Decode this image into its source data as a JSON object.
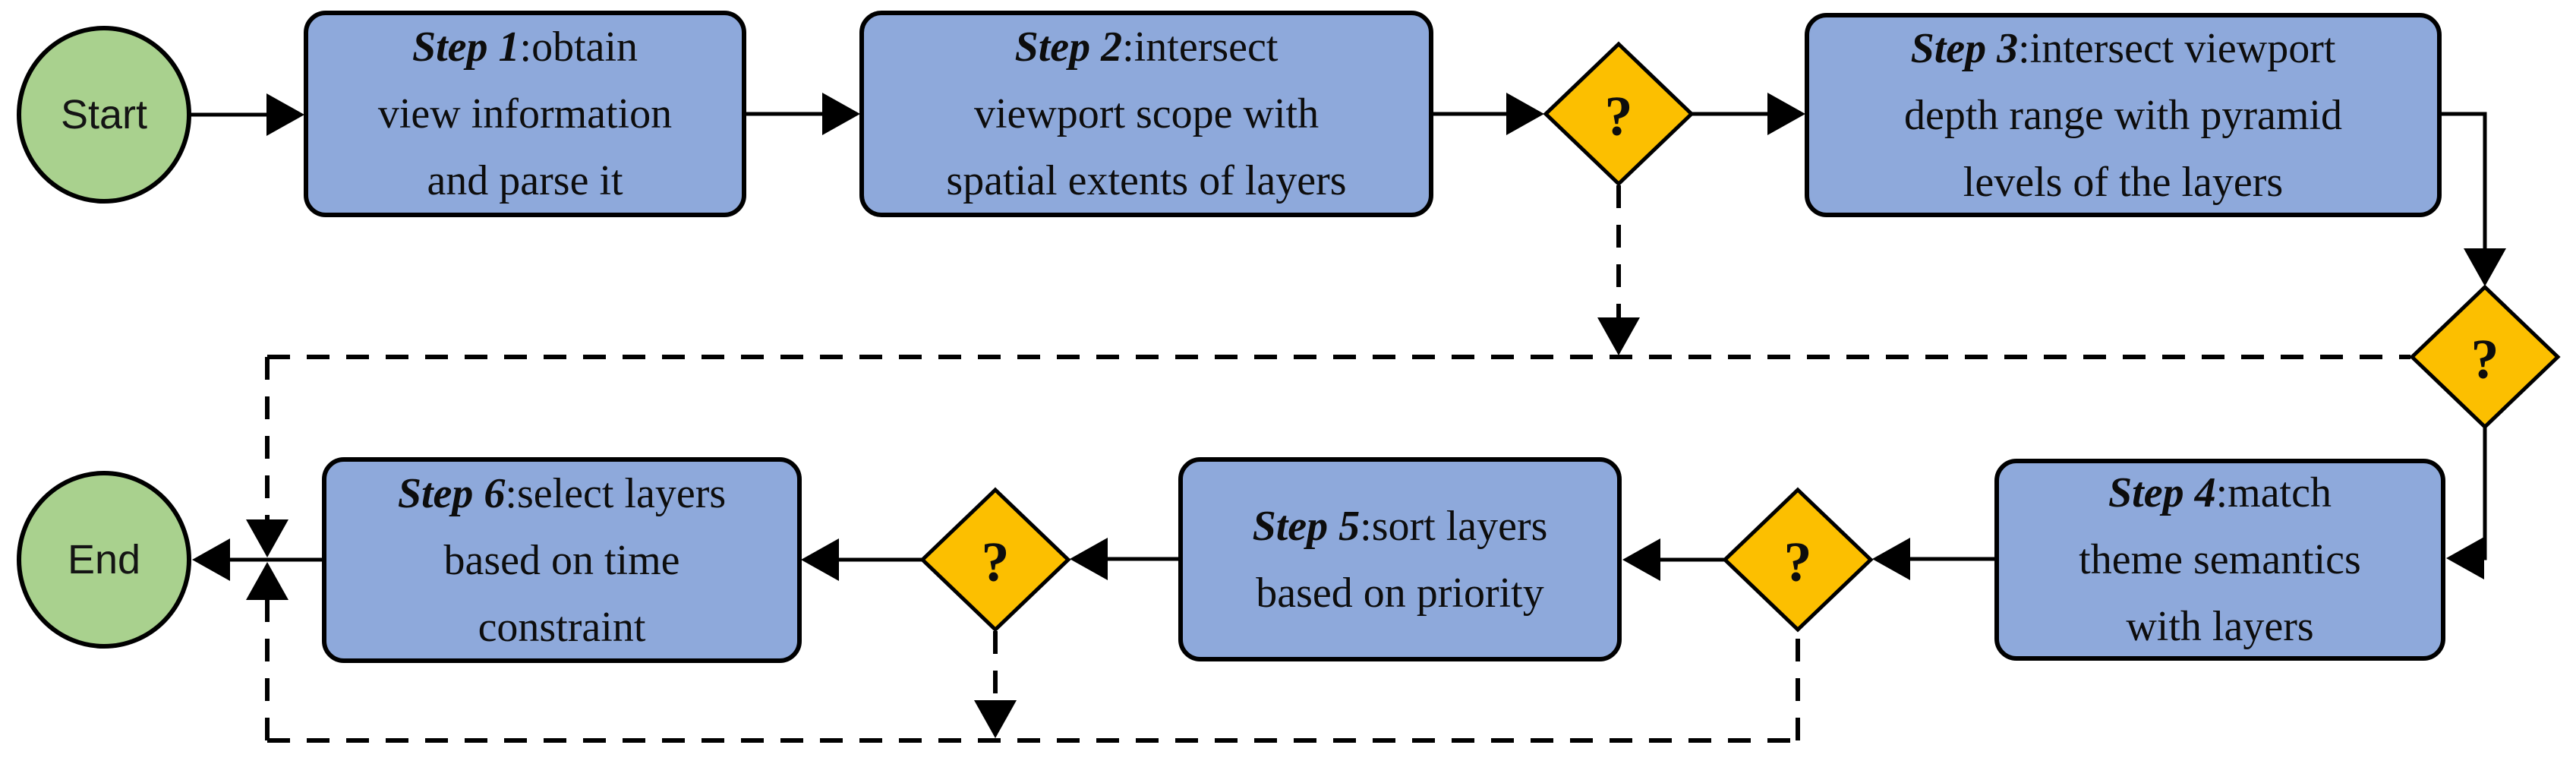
{
  "terminators": {
    "start": "Start",
    "end": "End"
  },
  "decision_mark": "?",
  "steps": [
    {
      "prefix": "Step 1",
      "rest": ":obtain",
      "lines": [
        "view information",
        "and parse it"
      ]
    },
    {
      "prefix": "Step 2",
      "rest": ":intersect",
      "lines": [
        "viewport scope with",
        "spatial extents of layers"
      ]
    },
    {
      "prefix": "Step 3",
      "rest": ":intersect viewport",
      "lines": [
        "depth range with pyramid",
        "levels of the layers"
      ]
    },
    {
      "prefix": "Step 4",
      "rest": ":match",
      "lines": [
        "theme semantics",
        "with layers"
      ]
    },
    {
      "prefix": "Step 5",
      "rest": ":sort layers",
      "lines": [
        "based on priority"
      ]
    },
    {
      "prefix": "Step 6",
      "rest": ":select layers",
      "lines": [
        "based on time",
        "constraint"
      ]
    }
  ],
  "colors": {
    "process_fill": "#8EA9DB",
    "decision_fill": "#FCBF00",
    "terminator_fill": "#A9D18E",
    "line": "#000000"
  }
}
